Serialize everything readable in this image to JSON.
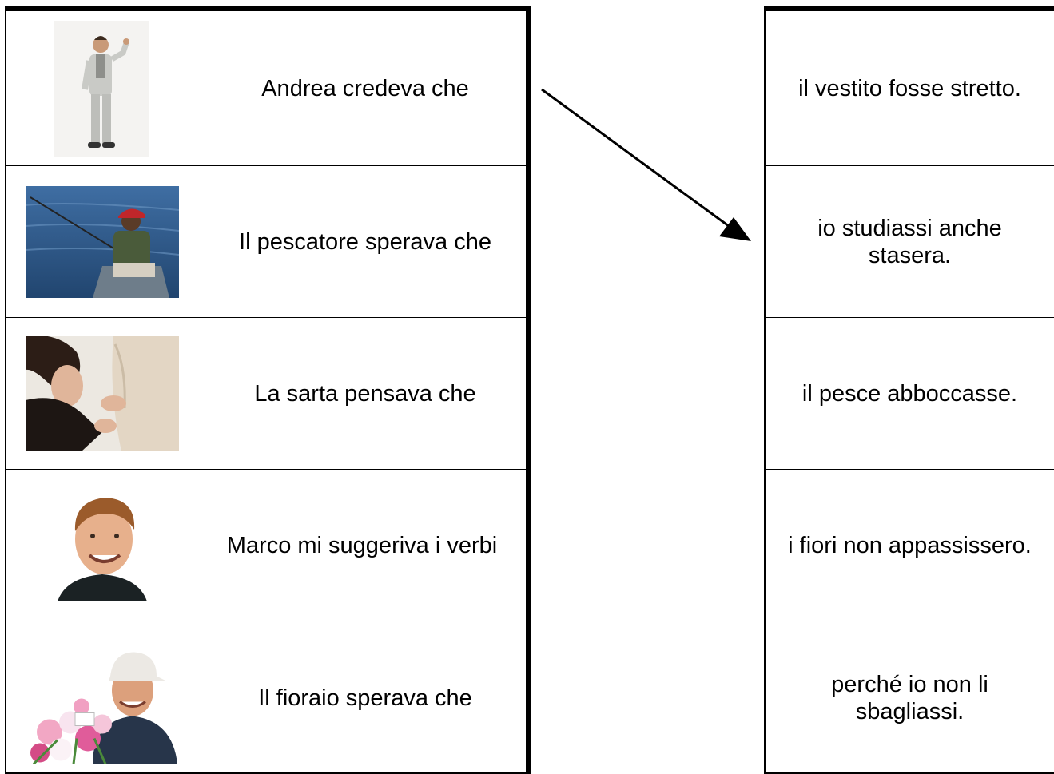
{
  "left_rows": [
    {
      "phrase": "Andrea credeva che",
      "picture": "boy-in-suit"
    },
    {
      "phrase": "Il pescatore sperava che",
      "picture": "fisherman-in-boat"
    },
    {
      "phrase": "La sarta pensava che",
      "picture": "seamstress-fitting"
    },
    {
      "phrase": "Marco mi suggeriva i verbi",
      "picture": "smiling-young-man"
    },
    {
      "phrase": "Il fioraio sperava che",
      "picture": "florist-with-bouquet"
    }
  ],
  "right_rows": [
    {
      "answer": "il vestito fosse stretto."
    },
    {
      "answer": "io studiassi anche stasera."
    },
    {
      "answer": "il pesce abboccasse."
    },
    {
      "answer": "i fiori non appassissero."
    },
    {
      "answer": "perché io non li sbagliassi."
    }
  ],
  "colors": {
    "border": "#000000",
    "background": "#ffffff",
    "arrow": "#000000"
  }
}
